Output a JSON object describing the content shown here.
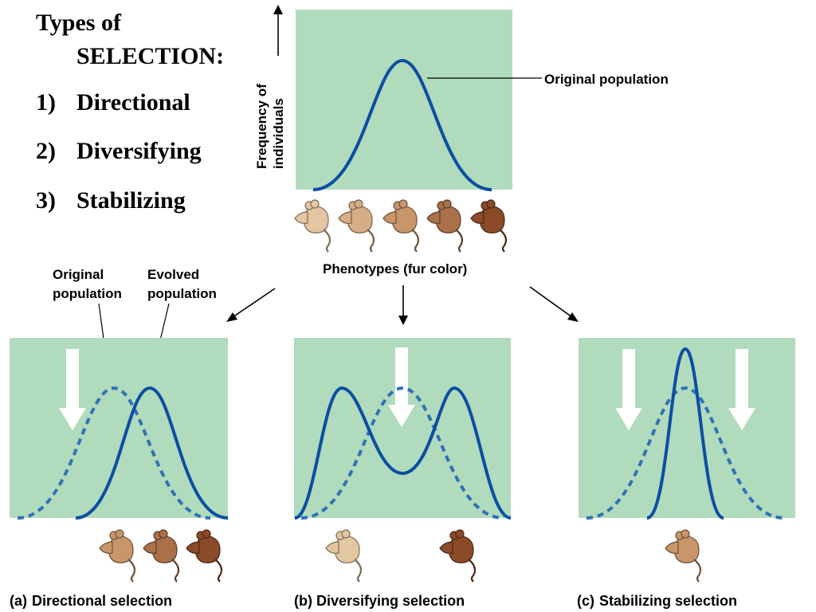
{
  "intro": {
    "title_line1": "Types of",
    "title_line2": "SELECTION:",
    "items": [
      {
        "num": "1)",
        "label": "Directional"
      },
      {
        "num": "2)",
        "label": "Diversifying"
      },
      {
        "num": "3)",
        "label": "Stabilizing"
      }
    ]
  },
  "top_panel": {
    "y_axis_label_line1": "Frequency of",
    "y_axis_label_line2": "individuals",
    "curve_label": "Original population",
    "x_axis_label": "Phenotypes (fur color)",
    "mice": [
      "mouse-1",
      "mouse-2",
      "mouse-3",
      "mouse-4",
      "mouse-5"
    ]
  },
  "legend": {
    "original_line1": "Original",
    "original_line2": "population",
    "evolved_line1": "Evolved",
    "evolved_line2": "population"
  },
  "panels": [
    {
      "letter": "(a)",
      "caption": "Directional selection"
    },
    {
      "letter": "(b)",
      "caption": "Diversifying selection"
    },
    {
      "letter": "(c)",
      "caption": "Stabilizing selection"
    }
  ],
  "colors": {
    "panel_bg": "#b1dbbd",
    "curve": "#0b4ea2",
    "dashed_curve": "#2f72b6",
    "arrow_fill": "#ffffff",
    "mouse_light": "#e3c6a2",
    "mouse_mid": "#c8966a",
    "mouse_dark": "#8b4a28"
  }
}
